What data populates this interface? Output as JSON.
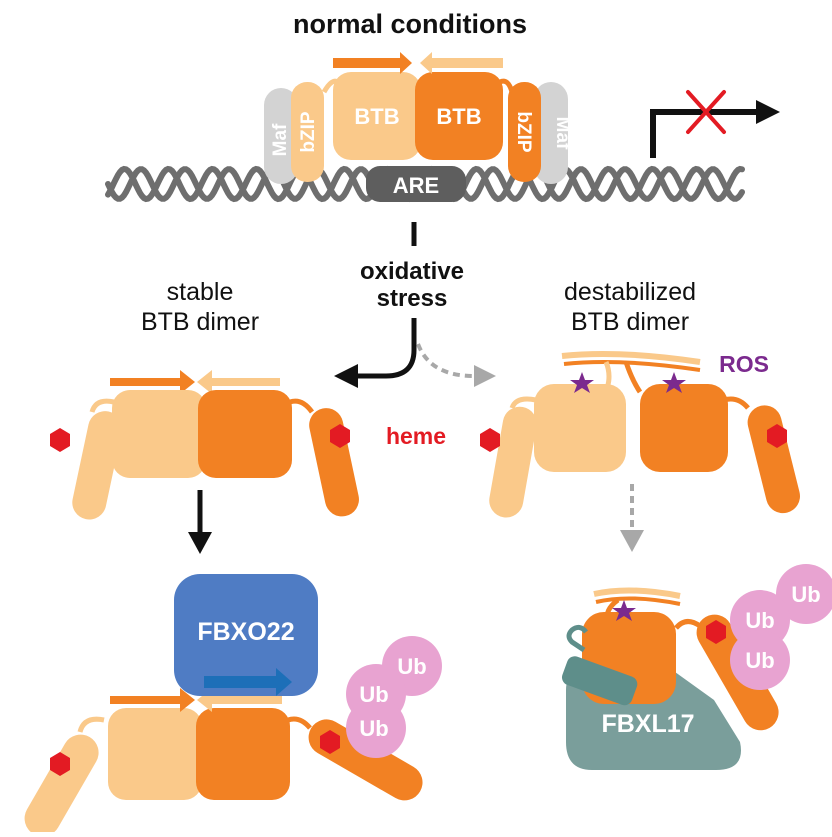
{
  "title": "normal conditions",
  "normal_panel": {
    "labels": {
      "maf_left": "Maf",
      "bzip_left": "bZIP",
      "btb_left": "BTB",
      "btb_right": "BTB",
      "bzip_right": "bZIP",
      "maf_right": "Maf",
      "are": "ARE"
    }
  },
  "stress": {
    "line1": "oxidative",
    "line2": "stress"
  },
  "stable": {
    "line1": "stable",
    "line2": "BTB dimer"
  },
  "destabilized": {
    "line1": "destabilized",
    "line2": "BTB dimer",
    "ros": "ROS"
  },
  "heme": "heme",
  "fbxo22": {
    "label": "FBXO22",
    "ubiquitin": [
      "Ub",
      "Ub",
      "Ub"
    ]
  },
  "fbxl17": {
    "label": "FBXL17",
    "ubiquitin": [
      "Ub",
      "Ub",
      "Ub"
    ]
  },
  "colors": {
    "light_orange": "#FAC98A",
    "dark_orange": "#F28123",
    "grey": "#D3D3D3",
    "dna": "#6E6E6E",
    "are_box": "#5E5E5E",
    "heme_red": "#E31B23",
    "ros_purple": "#7B2A8E",
    "fbxo22_blue": "#4F7CC4",
    "arrow_blue": "#1D6FB8",
    "fbxl17_teal": "#7A9E9B",
    "ub_pink": "#E8A3D1"
  }
}
